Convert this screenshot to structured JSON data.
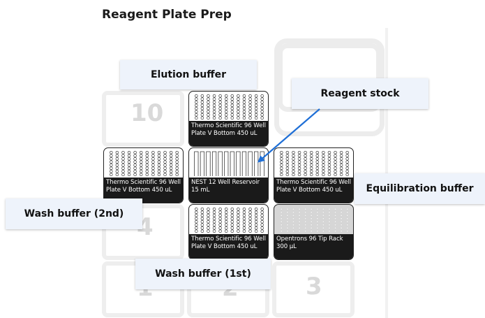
{
  "title": "Reagent Plate Prep",
  "slot_numbers": {
    "s10": "10",
    "s4": "4",
    "s1": "1",
    "s2": "2",
    "s3": "3"
  },
  "labware": {
    "slot11": {
      "name": "Thermo Scientific 96 Well Plate V Bottom 450 uL",
      "type": "96-well-plate"
    },
    "slot7": {
      "name": "Thermo Scientific 96 Well Plate V Bottom 450 uL",
      "type": "96-well-plate"
    },
    "slot8": {
      "name": "NEST 12 Well Reservoir 15 mL",
      "type": "12-well-reservoir"
    },
    "slot9": {
      "name": "Thermo Scientific 96 Well Plate V Bottom 450 uL",
      "type": "96-well-plate"
    },
    "slot5": {
      "name": "Thermo Scientific 96 Well Plate V Bottom 450 uL",
      "type": "96-well-plate"
    },
    "slot6": {
      "name": "Opentrons 96 Tip Rack 300 µL",
      "type": "tip-rack"
    }
  },
  "callouts": {
    "elution": "Elution buffer",
    "reagent_stock": "Reagent stock",
    "equilibration": "Equilibration buffer",
    "wash2": "Wash buffer (2nd)",
    "wash1": "Wash buffer (1st)"
  },
  "colors": {
    "arrow": "#1f6fd6",
    "callout_bg": "#eef3fb",
    "label_bg": "#1a1a1a"
  }
}
